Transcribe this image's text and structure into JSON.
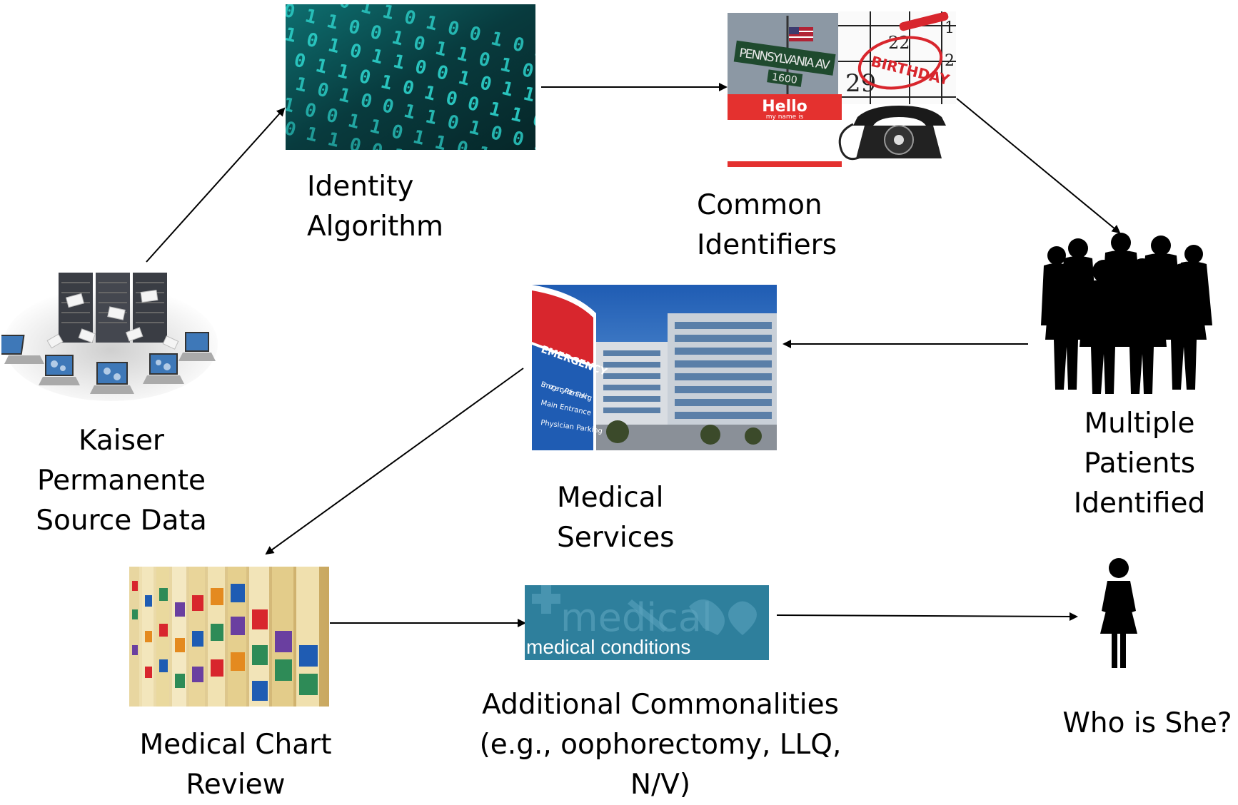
{
  "nodes": {
    "source": {
      "lines": [
        "Kaiser",
        "Permanente",
        "Source Data"
      ]
    },
    "algorithm": {
      "lines": [
        "Identity",
        "Algorithm"
      ]
    },
    "identifiers": {
      "lines": [
        "Common",
        "Identifiers"
      ],
      "street_sign": "PENNSYLVANIA AV",
      "street_number": "1600",
      "calendar_note": "BIRTHDAY",
      "calendar_days": [
        "22",
        "29",
        "1",
        "2"
      ],
      "name_tag_title": "Hello",
      "name_tag_sub": "my name is"
    },
    "patients": {
      "lines": [
        "Multiple",
        "Patients",
        "Identified"
      ]
    },
    "services": {
      "lines": [
        "Medical",
        "Services"
      ],
      "sign_title": "EMERGENCY",
      "sign_items": [
        "Emergency Patient Parking",
        "Main Entrance",
        "Physician Parking"
      ]
    },
    "chart_review": {
      "lines": [
        "Medical Chart",
        "Review"
      ]
    },
    "commonalities": {
      "lines": [
        "Additional Commonalities",
        "(e.g., oophorectomy, LLQ,",
        "N/V)"
      ],
      "banner_text": "medical conditions"
    },
    "who": {
      "lines": [
        "Who is She?"
      ]
    }
  },
  "colors": {
    "binary_teal": "#1fb3b0",
    "binary_bg": "#052a2c",
    "name_tag_red": "#e4312f",
    "sign_red": "#d8262d",
    "sign_blue": "#1f5cb3",
    "banner_bg": "#2e7f9c",
    "sky_blue": "#2c6fc7"
  },
  "icons": [
    "server-network-icon",
    "binary-code-icon",
    "identifiers-collage-icon",
    "crowd-silhouette-icon",
    "hospital-icon",
    "file-folders-icon",
    "medical-banner-icon",
    "woman-icon"
  ]
}
